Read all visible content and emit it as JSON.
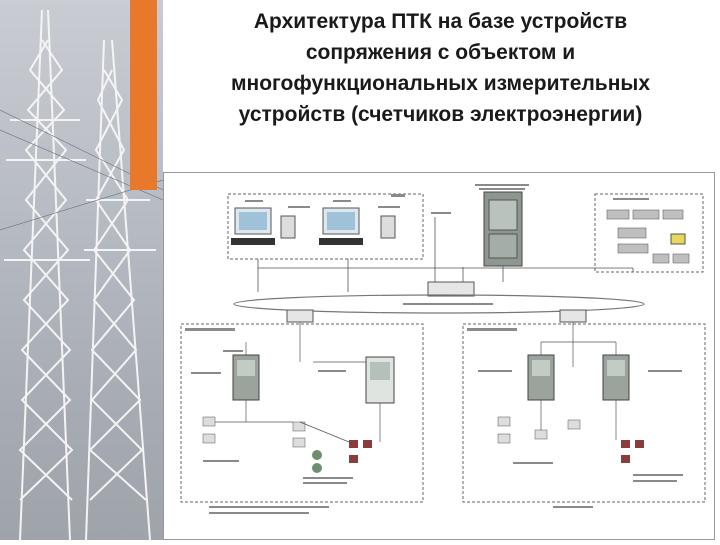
{
  "title": {
    "line1": "Архитектура  ПТК на базе устройств",
    "line2": "сопряжения с объектом и",
    "line3": "многофункциональных измерительных",
    "line4": "устройств (счетчиков электроэнергии)"
  },
  "colors": {
    "accent": "#e8792a",
    "diagram_line": "#555555",
    "cabinet": "#7f8a84"
  }
}
